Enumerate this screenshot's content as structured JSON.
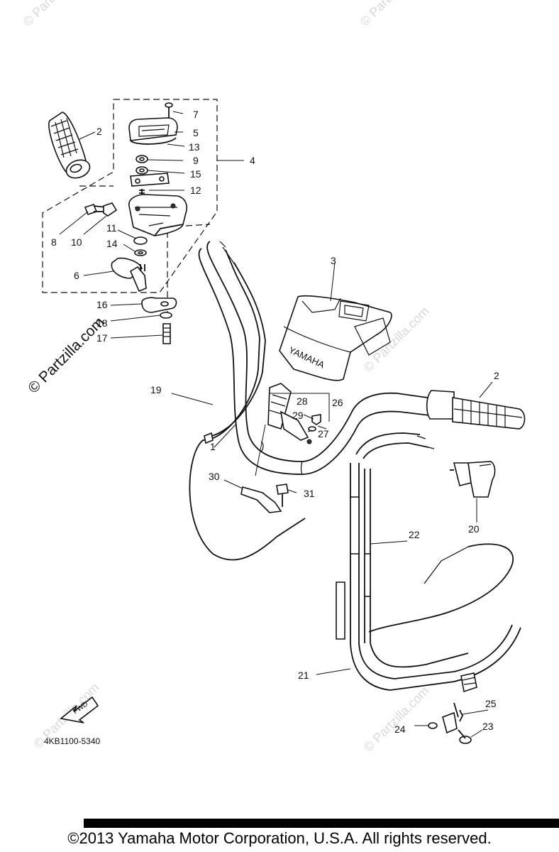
{
  "watermark": "© Partzilla.com",
  "brand_text": "YAMAHA",
  "fwd_label": "FWD",
  "drawing_code": "4KB1100-5340",
  "copyright": "©2013 Yamaha Motor Corporation, U.S.A. All rights reserved.",
  "callouts": {
    "c1": "1",
    "c2a": "2",
    "c2b": "2",
    "c3": "3",
    "c4": "4",
    "c5": "5",
    "c6": "6",
    "c7": "7",
    "c8": "8",
    "c9": "9",
    "c10": "10",
    "c11": "11",
    "c12": "12",
    "c13": "13",
    "c14": "14",
    "c15": "15",
    "c16": "16",
    "c17": "17",
    "c18": "18",
    "c19": "19",
    "c20": "20",
    "c21": "21",
    "c22": "22",
    "c23": "23",
    "c24": "24",
    "c25": "25",
    "c26": "26",
    "c27": "27",
    "c28": "28",
    "c29": "29",
    "c30": "30",
    "c31": "31"
  }
}
